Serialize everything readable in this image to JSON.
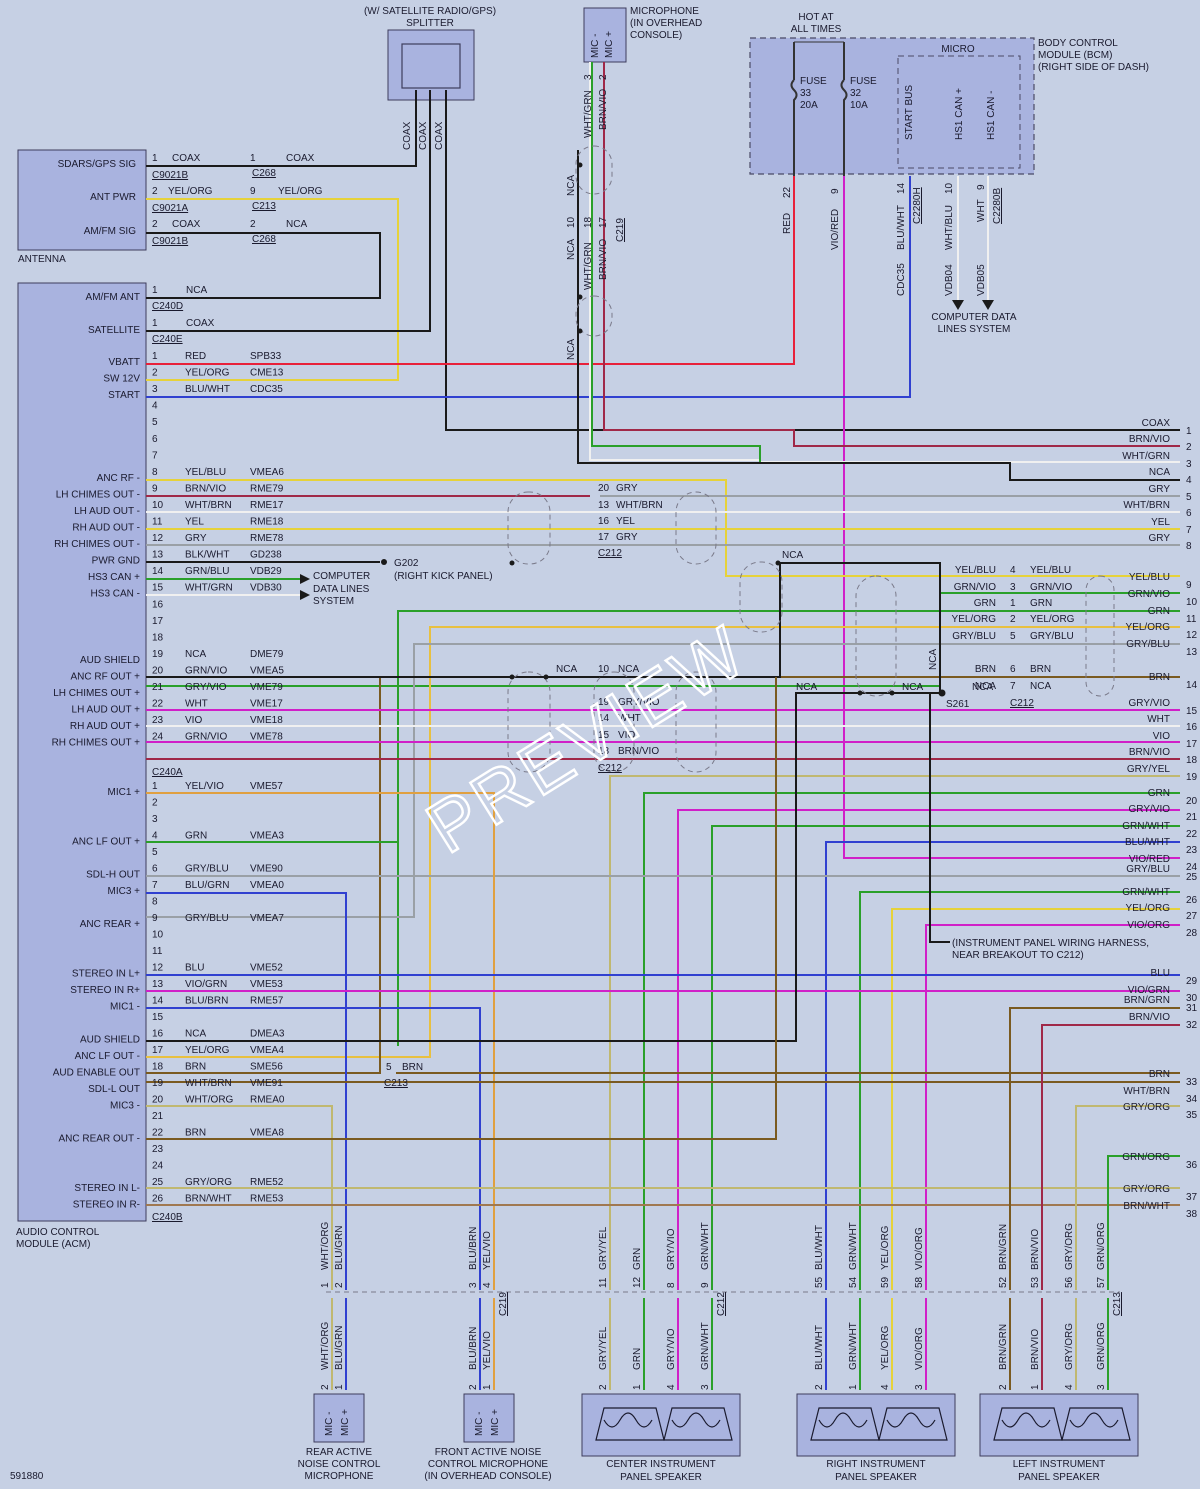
{
  "doc_id": "591880",
  "watermark": "PREVIEW",
  "components": {
    "splitter": [
      "(W/ SATELLITE RADIO/GPS)",
      "SPLITTER"
    ],
    "microphone": [
      "MICROPHONE",
      "(IN OVERHEAD",
      "CONSOLE)"
    ],
    "mic_pins": [
      "MIC -",
      "MIC +"
    ],
    "hot_at": [
      "HOT AT",
      "ALL TIMES"
    ],
    "bcm": [
      "BODY CONTROL",
      "MODULE (BCM)",
      "(RIGHT SIDE OF DASH)"
    ],
    "micro": "MICRO",
    "fuse33": [
      "FUSE",
      "33",
      "20A"
    ],
    "fuse32": [
      "FUSE",
      "32",
      "10A"
    ],
    "bcm_pins": [
      "START BUS",
      "HS1 CAN +",
      "HS1 CAN -"
    ],
    "antenna": "ANTENNA",
    "antenna_pins": [
      "SDARS/GPS SIG",
      "ANT PWR",
      "AM/FM SIG"
    ],
    "acm": [
      "AUDIO CONTROL",
      "MODULE (ACM)"
    ],
    "cdl": [
      "COMPUTER DATA",
      "LINES SYSTEM"
    ],
    "cdl2": [
      "COMPUTER",
      "DATA LINES",
      "SYSTEM"
    ],
    "g202": [
      "G202",
      "(RIGHT KICK PANEL)"
    ],
    "s261": "S261",
    "harness_note": [
      "(INSTRUMENT PANEL WIRING HARNESS,",
      "NEAR BREAKOUT TO C212)"
    ],
    "rear_mic": [
      "REAR ACTIVE",
      "NOISE CONTROL",
      "MICROPHONE"
    ],
    "front_mic": [
      "FRONT ACTIVE NOISE",
      "CONTROL MICROPHONE",
      "(IN OVERHEAD CONSOLE)"
    ],
    "center_spk": [
      "CENTER INSTRUMENT",
      "PANEL SPEAKER"
    ],
    "right_spk": [
      "RIGHT INSTRUMENT",
      "PANEL SPEAKER"
    ],
    "left_spk": [
      "LEFT INSTRUMENT",
      "PANEL SPEAKER"
    ]
  },
  "connectors": {
    "c9021b": "C9021B",
    "c9021a": "C9021A",
    "c268": "C268",
    "c213": "C213",
    "c240d": "C240D",
    "c240e": "C240E",
    "c240a": "C240A",
    "c240b": "C240B",
    "c212": "C212",
    "c219": "C219",
    "c2280h": "C2280H",
    "c2280b": "C2280B"
  },
  "antenna_rows": [
    {
      "pin": "1",
      "wire": "COAX",
      "pin2": "1",
      "wire2": "COAX",
      "conn": "C9021B",
      "conn2": "C268"
    },
    {
      "pin": "2",
      "wire": "YEL/ORG",
      "pin2": "9",
      "wire2": "YEL/ORG",
      "conn": "C9021A",
      "conn2": "C213"
    },
    {
      "pin": "2",
      "wire": "COAX",
      "pin2": "2",
      "wire2": "NCA",
      "conn": "C9021B",
      "conn2": "C268"
    }
  ],
  "acm_top": [
    {
      "label": "AM/FM ANT",
      "pin": "1",
      "wire": "NCA",
      "circuit": ""
    },
    {
      "label": "SATELLITE",
      "pin": "1",
      "wire": "COAX",
      "circuit": ""
    }
  ],
  "c240a_rows": [
    {
      "label": "VBATT",
      "pin": "1",
      "wire": "RED",
      "circuit": "SPB33"
    },
    {
      "label": "SW 12V",
      "pin": "2",
      "wire": "YEL/ORG",
      "circuit": "CME13"
    },
    {
      "label": "START",
      "pin": "3",
      "wire": "BLU/WHT",
      "circuit": "CDC35"
    },
    {
      "label": "",
      "pin": "4",
      "wire": "",
      "circuit": ""
    },
    {
      "label": "",
      "pin": "5",
      "wire": "",
      "circuit": ""
    },
    {
      "label": "",
      "pin": "6",
      "wire": "",
      "circuit": ""
    },
    {
      "label": "",
      "pin": "7",
      "wire": "",
      "circuit": ""
    },
    {
      "label": "ANC RF -",
      "pin": "8",
      "wire": "YEL/BLU",
      "circuit": "VMEA6"
    },
    {
      "label": "LH CHIMES OUT -",
      "pin": "9",
      "wire": "BRN/VIO",
      "circuit": "RME79"
    },
    {
      "label": "LH AUD OUT -",
      "pin": "10",
      "wire": "WHT/BRN",
      "circuit": "RME17"
    },
    {
      "label": "RH AUD OUT -",
      "pin": "11",
      "wire": "YEL",
      "circuit": "RME18"
    },
    {
      "label": "RH CHIMES OUT -",
      "pin": "12",
      "wire": "GRY",
      "circuit": "RME78"
    },
    {
      "label": "PWR GND",
      "pin": "13",
      "wire": "BLK/WHT",
      "circuit": "GD238"
    },
    {
      "label": "HS3 CAN +",
      "pin": "14",
      "wire": "GRN/BLU",
      "circuit": "VDB29"
    },
    {
      "label": "HS3 CAN -",
      "pin": "15",
      "wire": "WHT/GRN",
      "circuit": "VDB30"
    },
    {
      "label": "",
      "pin": "16",
      "wire": "",
      "circuit": ""
    },
    {
      "label": "",
      "pin": "17",
      "wire": "",
      "circuit": ""
    },
    {
      "label": "",
      "pin": "18",
      "wire": "",
      "circuit": ""
    },
    {
      "label": "AUD SHIELD",
      "pin": "19",
      "wire": "NCA",
      "circuit": "DME79"
    },
    {
      "label": "ANC RF OUT +",
      "pin": "20",
      "wire": "GRN/VIO",
      "circuit": "VMEA5"
    },
    {
      "label": "LH CHIMES OUT +",
      "pin": "21",
      "wire": "GRY/VIO",
      "circuit": "VME79"
    },
    {
      "label": "LH AUD OUT +",
      "pin": "22",
      "wire": "WHT",
      "circuit": "VME17"
    },
    {
      "label": "RH AUD OUT +",
      "pin": "23",
      "wire": "VIO",
      "circuit": "VME18"
    },
    {
      "label": "RH CHIMES OUT +",
      "pin": "24",
      "wire": "GRN/VIO",
      "circuit": "VME78"
    }
  ],
  "c240b_rows": [
    {
      "label": "MIC1 +",
      "pin": "1",
      "wire": "YEL/VIO",
      "circuit": "VME57"
    },
    {
      "label": "",
      "pin": "2",
      "wire": "",
      "circuit": ""
    },
    {
      "label": "",
      "pin": "3",
      "wire": "",
      "circuit": ""
    },
    {
      "label": "ANC LF OUT +",
      "pin": "4",
      "wire": "GRN",
      "circuit": "VMEA3"
    },
    {
      "label": "",
      "pin": "5",
      "wire": "",
      "circuit": ""
    },
    {
      "label": "SDL-H OUT",
      "pin": "6",
      "wire": "GRY/BLU",
      "circuit": "VME90"
    },
    {
      "label": "MIC3 +",
      "pin": "7",
      "wire": "BLU/GRN",
      "circuit": "VMEA0"
    },
    {
      "label": "",
      "pin": "8",
      "wire": "",
      "circuit": ""
    },
    {
      "label": "ANC REAR +",
      "pin": "9",
      "wire": "GRY/BLU",
      "circuit": "VMEA7"
    },
    {
      "label": "",
      "pin": "10",
      "wire": "",
      "circuit": ""
    },
    {
      "label": "",
      "pin": "11",
      "wire": "",
      "circuit": ""
    },
    {
      "label": "STEREO IN L+",
      "pin": "12",
      "wire": "BLU",
      "circuit": "VME52"
    },
    {
      "label": "STEREO IN R+",
      "pin": "13",
      "wire": "VIO/GRN",
      "circuit": "VME53"
    },
    {
      "label": "MIC1 -",
      "pin": "14",
      "wire": "BLU/BRN",
      "circuit": "RME57"
    },
    {
      "label": "",
      "pin": "15",
      "wire": "",
      "circuit": ""
    },
    {
      "label": "AUD SHIELD",
      "pin": "16",
      "wire": "NCA",
      "circuit": "DMEA3"
    },
    {
      "label": "ANC LF OUT -",
      "pin": "17",
      "wire": "YEL/ORG",
      "circuit": "VMEA4"
    },
    {
      "label": "AUD ENABLE OUT",
      "pin": "18",
      "wire": "BRN",
      "circuit": "SME56"
    },
    {
      "label": "SDL-L OUT",
      "pin": "19",
      "wire": "WHT/BRN",
      "circuit": "VME91"
    },
    {
      "label": "MIC3 -",
      "pin": "20",
      "wire": "WHT/ORG",
      "circuit": "RMEA0"
    },
    {
      "label": "",
      "pin": "21",
      "wire": "",
      "circuit": ""
    },
    {
      "label": "ANC REAR OUT -",
      "pin": "22",
      "wire": "BRN",
      "circuit": "VMEA8"
    },
    {
      "label": "",
      "pin": "23",
      "wire": "",
      "circuit": ""
    },
    {
      "label": "",
      "pin": "24",
      "wire": "",
      "circuit": ""
    },
    {
      "label": "STEREO IN L-",
      "pin": "25",
      "wire": "GRY/ORG",
      "circuit": "RME52"
    },
    {
      "label": "STEREO IN R-",
      "pin": "26",
      "wire": "BRN/WHT",
      "circuit": "RME53"
    }
  ],
  "c212_mid_a": [
    {
      "pin": "20",
      "wire": "GRY"
    },
    {
      "pin": "13",
      "wire": "WHT/BRN"
    },
    {
      "pin": "16",
      "wire": "YEL"
    },
    {
      "pin": "17",
      "wire": "GRY"
    }
  ],
  "c212_mid_b": [
    {
      "pin": "10",
      "wire": "NCA"
    },
    {
      "pin": "19",
      "wire": "GRY/VIO"
    },
    {
      "pin": "14",
      "wire": "WHT"
    },
    {
      "pin": "15",
      "wire": "VIO"
    },
    {
      "pin": "18",
      "wire": "BRN/VIO"
    }
  ],
  "c212_right": [
    {
      "left": "YEL/BLU",
      "pin": "4",
      "wire": "YEL/BLU"
    },
    {
      "left": "GRN/VIO",
      "pin": "3",
      "wire": "GRN/VIO"
    },
    {
      "left": "GRN",
      "pin": "1",
      "wire": "GRN"
    },
    {
      "left": "YEL/ORG",
      "pin": "2",
      "wire": "YEL/ORG"
    },
    {
      "left": "GRY/BLU",
      "pin": "5",
      "wire": "GRY/BLU"
    },
    {
      "left": "BRN",
      "pin": "6",
      "wire": "BRN"
    },
    {
      "left": "NCA",
      "pin": "7",
      "wire": "NCA"
    }
  ],
  "nca_labels": [
    "NCA",
    "NCA",
    "NCA",
    "NCA",
    "NCA",
    "NCA",
    "NCA",
    "NCA"
  ],
  "coax_labels": [
    "COAX",
    "COAX",
    "COAX"
  ],
  "mic_c219": [
    {
      "pin": "10",
      "wire": "NCA"
    },
    {
      "pin": "18",
      "wire": "WHT/GRN"
    },
    {
      "pin": "17",
      "wire": "BRN/VIO"
    }
  ],
  "mic_top": [
    {
      "pin": "3",
      "wire": "WHT/GRN"
    },
    {
      "pin": "2",
      "wire": "BRN/VIO"
    }
  ],
  "bcm_wires": [
    {
      "pin": "22",
      "wire": "RED"
    },
    {
      "pin": "9",
      "wire": "VIO/RED"
    },
    {
      "pin": "14",
      "wire": "BLU/WHT",
      "circuit": "CDC35"
    },
    {
      "pin": "10",
      "wire": "WHT/BLU",
      "circuit": "VDB04"
    },
    {
      "pin": "9",
      "wire": "WHT",
      "circuit": "VDB05"
    }
  ],
  "right_edge": [
    {
      "n": "1",
      "wire": "COAX"
    },
    {
      "n": "2",
      "wire": "BRN/VIO"
    },
    {
      "n": "3",
      "wire": "WHT/GRN"
    },
    {
      "n": "4",
      "wire": "NCA"
    },
    {
      "n": "5",
      "wire": "GRY"
    },
    {
      "n": "6",
      "wire": "WHT/BRN"
    },
    {
      "n": "7",
      "wire": "YEL"
    },
    {
      "n": "8",
      "wire": "GRY"
    },
    {
      "n": "9",
      "wire": "YEL/BLU"
    },
    {
      "n": "10",
      "wire": "GRN/VIO"
    },
    {
      "n": "11",
      "wire": "GRN"
    },
    {
      "n": "12",
      "wire": "YEL/ORG"
    },
    {
      "n": "13",
      "wire": "GRY/BLU"
    },
    {
      "n": "14",
      "wire": "BRN"
    },
    {
      "n": "15",
      "wire": "GRY/VIO"
    },
    {
      "n": "16",
      "wire": "WHT"
    },
    {
      "n": "17",
      "wire": "VIO"
    },
    {
      "n": "18",
      "wire": "BRN/VIO"
    },
    {
      "n": "19",
      "wire": "GRY/YEL"
    },
    {
      "n": "20",
      "wire": "GRN"
    },
    {
      "n": "21",
      "wire": "GRY/VIO"
    },
    {
      "n": "22",
      "wire": "GRN/WHT"
    },
    {
      "n": "23",
      "wire": "BLU/WHT"
    },
    {
      "n": "24",
      "wire": "VIO/RED"
    },
    {
      "n": "25",
      "wire": "GRY/BLU"
    },
    {
      "n": "26",
      "wire": "GRN/WHT"
    },
    {
      "n": "27",
      "wire": "YEL/ORG"
    },
    {
      "n": "28",
      "wire": "VIO/ORG"
    },
    {
      "n": "29",
      "wire": "BLU"
    },
    {
      "n": "30",
      "wire": "VIO/GRN"
    },
    {
      "n": "31",
      "wire": "BRN/GRN"
    },
    {
      "n": "32",
      "wire": "BRN/VIO"
    },
    {
      "n": "33",
      "wire": "BRN"
    },
    {
      "n": "34",
      "wire": "WHT/BRN"
    },
    {
      "n": "35",
      "wire": "GRY/ORG"
    },
    {
      "n": "36",
      "wire": "GRN/ORG"
    },
    {
      "n": "37",
      "wire": "GRY/ORG"
    },
    {
      "n": "38",
      "wire": "BRN/WHT"
    }
  ],
  "bottom_groups": [
    {
      "conn": "",
      "pins": [
        {
          "pin": "1",
          "wire": "WHT/ORG"
        },
        {
          "pin": "2",
          "wire": "BLU/GRN"
        }
      ],
      "bpins": [
        {
          "pin": "2",
          "wire": "WHT/ORG"
        },
        {
          "pin": "1",
          "wire": "BLU/GRN"
        }
      ]
    },
    {
      "conn": "C219",
      "pins": [
        {
          "pin": "3",
          "wire": "BLU/BRN"
        },
        {
          "pin": "4",
          "wire": "YEL/VIO"
        }
      ],
      "bpins": [
        {
          "pin": "2",
          "wire": "BLU/BRN"
        },
        {
          "pin": "1",
          "wire": "YEL/VIO"
        }
      ]
    },
    {
      "conn": "C212",
      "pins": [
        {
          "pin": "11",
          "wire": "GRY/YEL"
        },
        {
          "pin": "12",
          "wire": "GRN"
        },
        {
          "pin": "8",
          "wire": "GRY/VIO"
        },
        {
          "pin": "9",
          "wire": "GRN/WHT"
        }
      ],
      "bpins": [
        {
          "pin": "2",
          "wire": "GRY/YEL"
        },
        {
          "pin": "1",
          "wire": "GRN"
        },
        {
          "pin": "4",
          "wire": "GRY/VIO"
        },
        {
          "pin": "3",
          "wire": "GRN/WHT"
        }
      ]
    },
    {
      "conn": "",
      "pins": [
        {
          "pin": "55",
          "wire": "BLU/WHT"
        },
        {
          "pin": "54",
          "wire": "GRN/WHT"
        },
        {
          "pin": "59",
          "wire": "YEL/ORG"
        },
        {
          "pin": "58",
          "wire": "VIO/ORG"
        }
      ],
      "bpins": [
        {
          "pin": "2",
          "wire": "BLU/WHT"
        },
        {
          "pin": "1",
          "wire": "GRN/WHT"
        },
        {
          "pin": "4",
          "wire": "YEL/ORG"
        },
        {
          "pin": "3",
          "wire": "VIO/ORG"
        }
      ]
    },
    {
      "conn": "C213",
      "pins": [
        {
          "pin": "52",
          "wire": "BRN/GRN"
        },
        {
          "pin": "53",
          "wire": "BRN/VIO"
        },
        {
          "pin": "56",
          "wire": "GRY/ORG"
        },
        {
          "pin": "57",
          "wire": "GRN/ORG"
        }
      ],
      "bpins": [
        {
          "pin": "2",
          "wire": "BRN/GRN"
        },
        {
          "pin": "1",
          "wire": "BRN/VIO"
        },
        {
          "pin": "4",
          "wire": "GRY/ORG"
        },
        {
          "pin": "3",
          "wire": "GRN/ORG"
        }
      ]
    }
  ],
  "c213_brn": {
    "pin": "5",
    "wire": "BRN"
  },
  "colors": {
    "black": "#1a1a1a",
    "red": "#e8203a",
    "yellow": "#e6d23a",
    "yelorg": "#e8c040",
    "blue": "#3040d0",
    "brnvio": "#a02848",
    "white": "#f0f0f0",
    "grn": "#2aa02a",
    "vio": "#d020c8",
    "gry": "#9aa0a6",
    "brn": "#7a5a20",
    "orange": "#e0a040",
    "gryyel": "#c0b870"
  }
}
